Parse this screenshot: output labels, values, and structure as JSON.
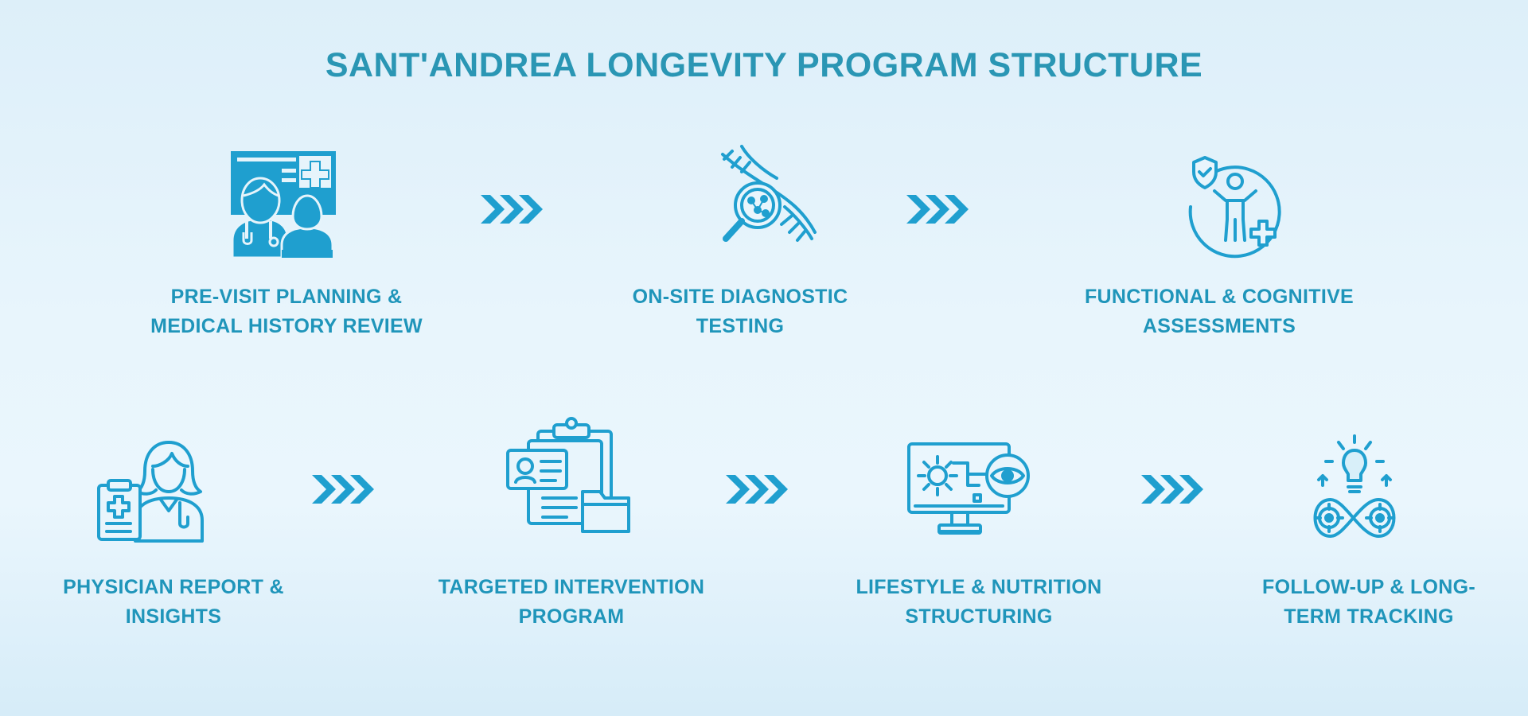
{
  "title": "SANT'ANDREA LONGEVITY PROGRAM STRUCTURE",
  "colors": {
    "accent": "#1f9fcf",
    "text": "#2a96b4"
  },
  "steps": [
    {
      "icon": "doctor-patient-medical-record-icon",
      "lines": [
        "PRE-VISIT PLANNING &",
        "MEDICAL HISTORY REVIEW"
      ]
    },
    {
      "icon": "dna-magnifier-icon",
      "lines": [
        "ON-SITE DIAGNOSTIC",
        "TESTING"
      ]
    },
    {
      "icon": "person-shield-health-icon",
      "lines": [
        "FUNCTIONAL & COGNITIVE",
        "ASSESSMENTS"
      ]
    },
    {
      "icon": "physician-clipboard-icon",
      "lines": [
        "PHYSICIAN REPORT &",
        "INSIGHTS"
      ]
    },
    {
      "icon": "clipboard-folder-icon",
      "lines": [
        "TARGETED INTERVENTION",
        "PROGRAM"
      ]
    },
    {
      "icon": "monitor-gear-eye-icon",
      "lines": [
        "LIFESTYLE & NUTRITION",
        "STRUCTURING"
      ]
    },
    {
      "icon": "lightbulb-gears-cycle-icon",
      "lines": [
        "FOLLOW-UP & LONG-",
        "TERM TRACKING"
      ]
    }
  ]
}
